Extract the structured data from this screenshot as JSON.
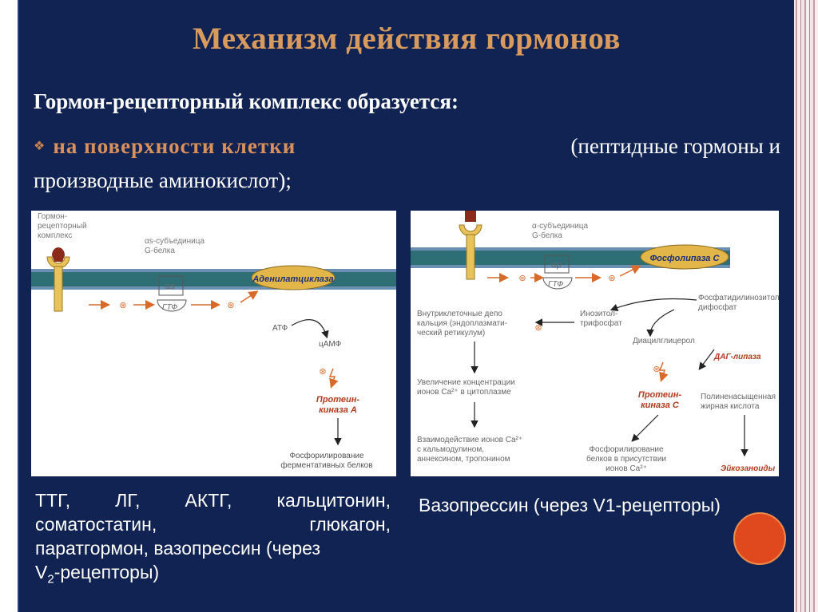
{
  "title": "Механизм действия гормонов",
  "subtitle": "Гормон-рецепторный комплекс образуется:",
  "bullet": {
    "accent": "на поверхности клетки",
    "rest": "(пептидные гормоны и",
    "line2": "производные аминокислот);"
  },
  "diagram1": {
    "complex_l1": "Гормон-",
    "complex_l2": "рецепторный",
    "complex_l3": "комплекс",
    "alpha_l1": "αs-субъединица",
    "alpha_l2": "G-белка",
    "alpha_box": "αs",
    "gtp": "ГТФ",
    "enzyme": "Аденилатциклаза",
    "atp": "АТФ",
    "camp": "цАМФ",
    "pk_l1": "Протеин-",
    "pk_l2": "киназа А",
    "phos_l1": "Фосфорилирование",
    "phos_l2": "ферментативных белков"
  },
  "diagram2": {
    "alpha_l1": "α-субъединица",
    "alpha_l2": "G-белка",
    "alpha_box": "αp",
    "gtp": "ГТФ",
    "enzyme": "Фосфолипаза С",
    "pip_l1": "Фосфатидилинозитол-",
    "pip_l2": "дифосфат",
    "ip3_l1": "Инозитол-",
    "ip3_l2": "трифосфат",
    "depot_l1": "Внутриклеточные депо",
    "depot_l2": "кальция (эндоплазмати-",
    "depot_l3": "ческий ретикулум)",
    "dag": "Диацилглицерол",
    "dag_lipase": "ДАГ-липаза",
    "inc_l1": "Увеличение концентрации",
    "inc_l2": "ионов Ca²⁺ в цитоплазме",
    "pkc_l1": "Протеин-",
    "pkc_l2": "киназа С",
    "pufa_l1": "Полиненасыщенная",
    "pufa_l2": "жирная кислота",
    "inter_l1": "Взаимодействие ионов Ca²⁺",
    "inter_l2": "с кальмодулином,",
    "inter_l3": "аннексином, тропонином",
    "phos_l1": "Фосфорилирование",
    "phos_l2": "белков в присутствии",
    "phos_l3": "ионов Ca²⁺",
    "eico": "Эйкозаноиды"
  },
  "caption_left": {
    "w1": "ТТГ,",
    "w2": "ЛГ,",
    "w3": "АКТГ,",
    "w4": "кальцитонин,",
    "l2a": "соматостатин,",
    "l2b": "глюкагон,",
    "l3": "паратгормон, вазопрессин (через",
    "l4a": "V",
    "l4sub": "2",
    "l4b": "-рецепторы)"
  },
  "caption_right": "Вазопрессин (через V1-рецепторы)",
  "colors": {
    "background": "#102352",
    "title": "#d99a5e",
    "accent": "#d9905a",
    "membrane": "#2e6f75",
    "receptor": "#e8c25a",
    "hormone": "#8b2a1a",
    "enzyme_fill": "#e3b64a",
    "enzyme_text": "#1d2f7a",
    "red_label": "#b23a1e",
    "orange_arrow": "#d86a2a",
    "dot": "#e0481e"
  },
  "icons": [
    "diamond-bullet-icon",
    "receptor-icon",
    "hormone-icon",
    "g-protein-icon",
    "activation-star-icon",
    "arrow-icon",
    "decorative-circle-icon"
  ]
}
